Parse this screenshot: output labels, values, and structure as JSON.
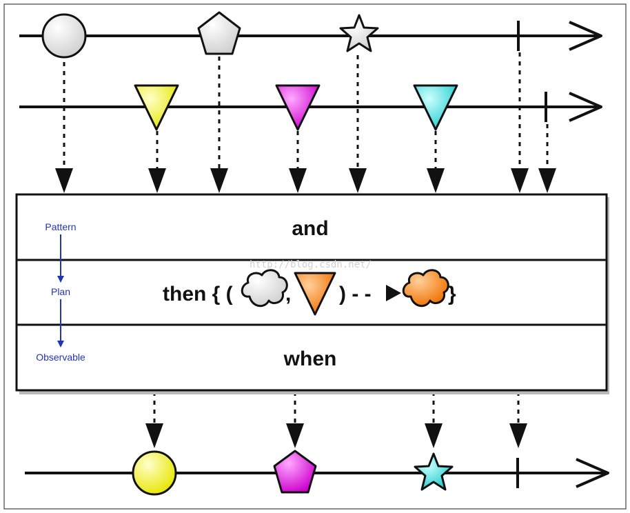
{
  "watermark": "http://blog.csdn.net/",
  "operator_box": {
    "rows": [
      {
        "text": "and",
        "side_label": "Pattern"
      },
      {
        "text_before": "then { (",
        "comma": ",",
        "arrow_text": ") - -",
        "close": "}",
        "side_label": "Plan"
      },
      {
        "text": "when",
        "side_label": "Observable"
      }
    ]
  },
  "colors": {
    "yellow": "#ffff22",
    "magenta": "#ee22ee",
    "cyan": "#44eeee",
    "orange": "#ff8c28",
    "white": "#ffffff",
    "side_label": "#2233bb",
    "line": "#111111"
  },
  "streams": {
    "input_1": [
      {
        "shape": "circle",
        "color": "white"
      },
      {
        "shape": "pentagon",
        "color": "white"
      },
      {
        "shape": "star",
        "color": "white"
      }
    ],
    "input_2": [
      {
        "shape": "triangle-down",
        "color": "yellow"
      },
      {
        "shape": "triangle-down",
        "color": "magenta"
      },
      {
        "shape": "triangle-down",
        "color": "cyan"
      }
    ],
    "output": [
      {
        "shape": "circle",
        "color": "yellow"
      },
      {
        "shape": "pentagon",
        "color": "magenta"
      },
      {
        "shape": "star",
        "color": "cyan"
      }
    ]
  }
}
